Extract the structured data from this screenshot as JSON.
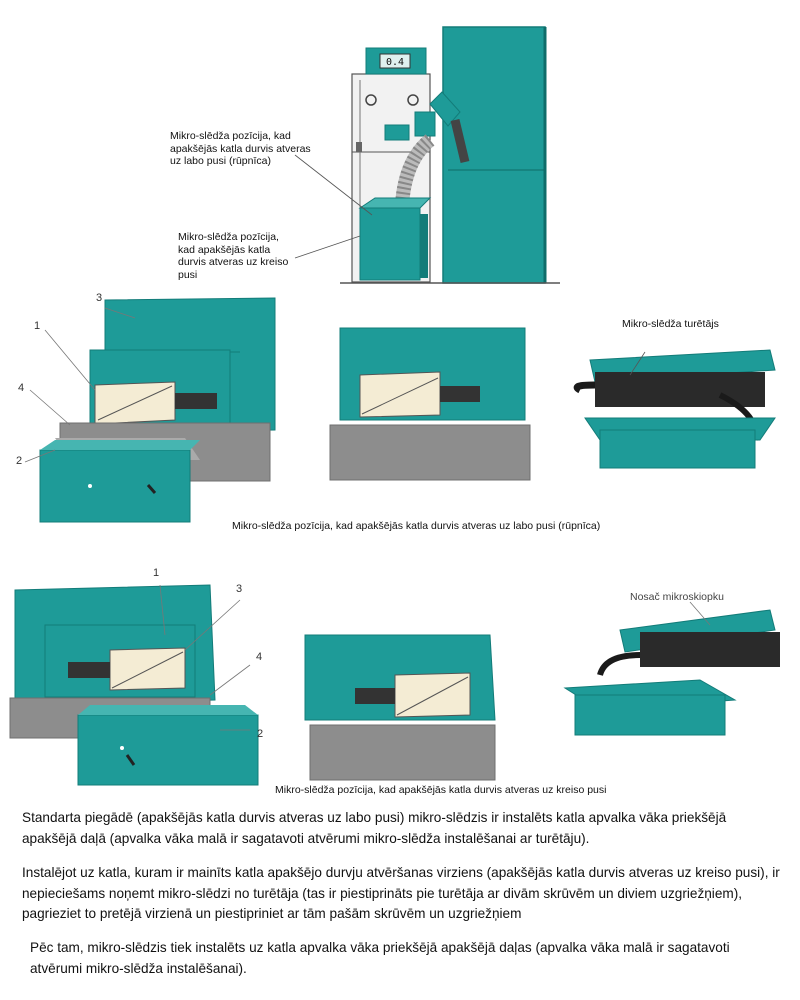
{
  "colors": {
    "teal": "#1e9b98",
    "teal_dark": "#137c79",
    "teal_light": "#46b5b1",
    "gray": "#8d8d8d",
    "gray_dark": "#6f6f6f",
    "cream": "#f4ecd4",
    "black": "#2a2a2a"
  },
  "top_figure": {
    "display_text": "0.4",
    "label_right_door": "Mikro-slēdža pozīcija, kad apakšējās katla durvis atveras uz labo pusi (rūpnīca)",
    "label_left_door": "Mikro-slēdža pozīcija, kad apakšējās katla durvis atveras uz kreiso pusi"
  },
  "row1": {
    "numbers": [
      "1",
      "2",
      "3",
      "4"
    ],
    "holder_label": "Mikro-slēdža turētājs",
    "caption": "Mikro-slēdža pozīcija, kad apakšējās katla durvis atveras uz labo pusi (rūpnīca)"
  },
  "row2": {
    "numbers": [
      "1",
      "2",
      "3",
      "4"
    ],
    "holder_label": "Nosač mikroskiopku",
    "caption": "Mikro-slēdža pozīcija, kad apakšējās katla durvis atveras uz kreiso pusi"
  },
  "paragraphs": [
    "Standarta piegādē (apakšējās katla durvis atveras uz labo pusi) mikro-slēdzis ir instalēts katla apvalka vāka priekšējā apakšējā daļā (apvalka vāka malā ir sagatavoti atvērumi mikro-slēdža instalēšanai ar turētāju).",
    "Instalējot uz katla, kuram ir mainīts katla apakšējo durvju atvēršanas virziens (apakšējās katla durvis atveras uz kreiso pusi), ir nepieciešams noņemt mikro-slēdzi no turētāja (tas ir piestiprināts pie turētāja ar divām skrūvēm un diviem uzgriežņiem), pagrieziet to pretējā virzienā un piestipriniet ar tām pašām skrūvēm un uzgriežņiem",
    "Pēc tam, mikro-slēdzis tiek instalēts uz katla apvalka vāka priekšējā apakšējā daļas (apvalka vāka malā ir sagatavoti atvērumi mikro-slēdža instalēšanai)."
  ]
}
